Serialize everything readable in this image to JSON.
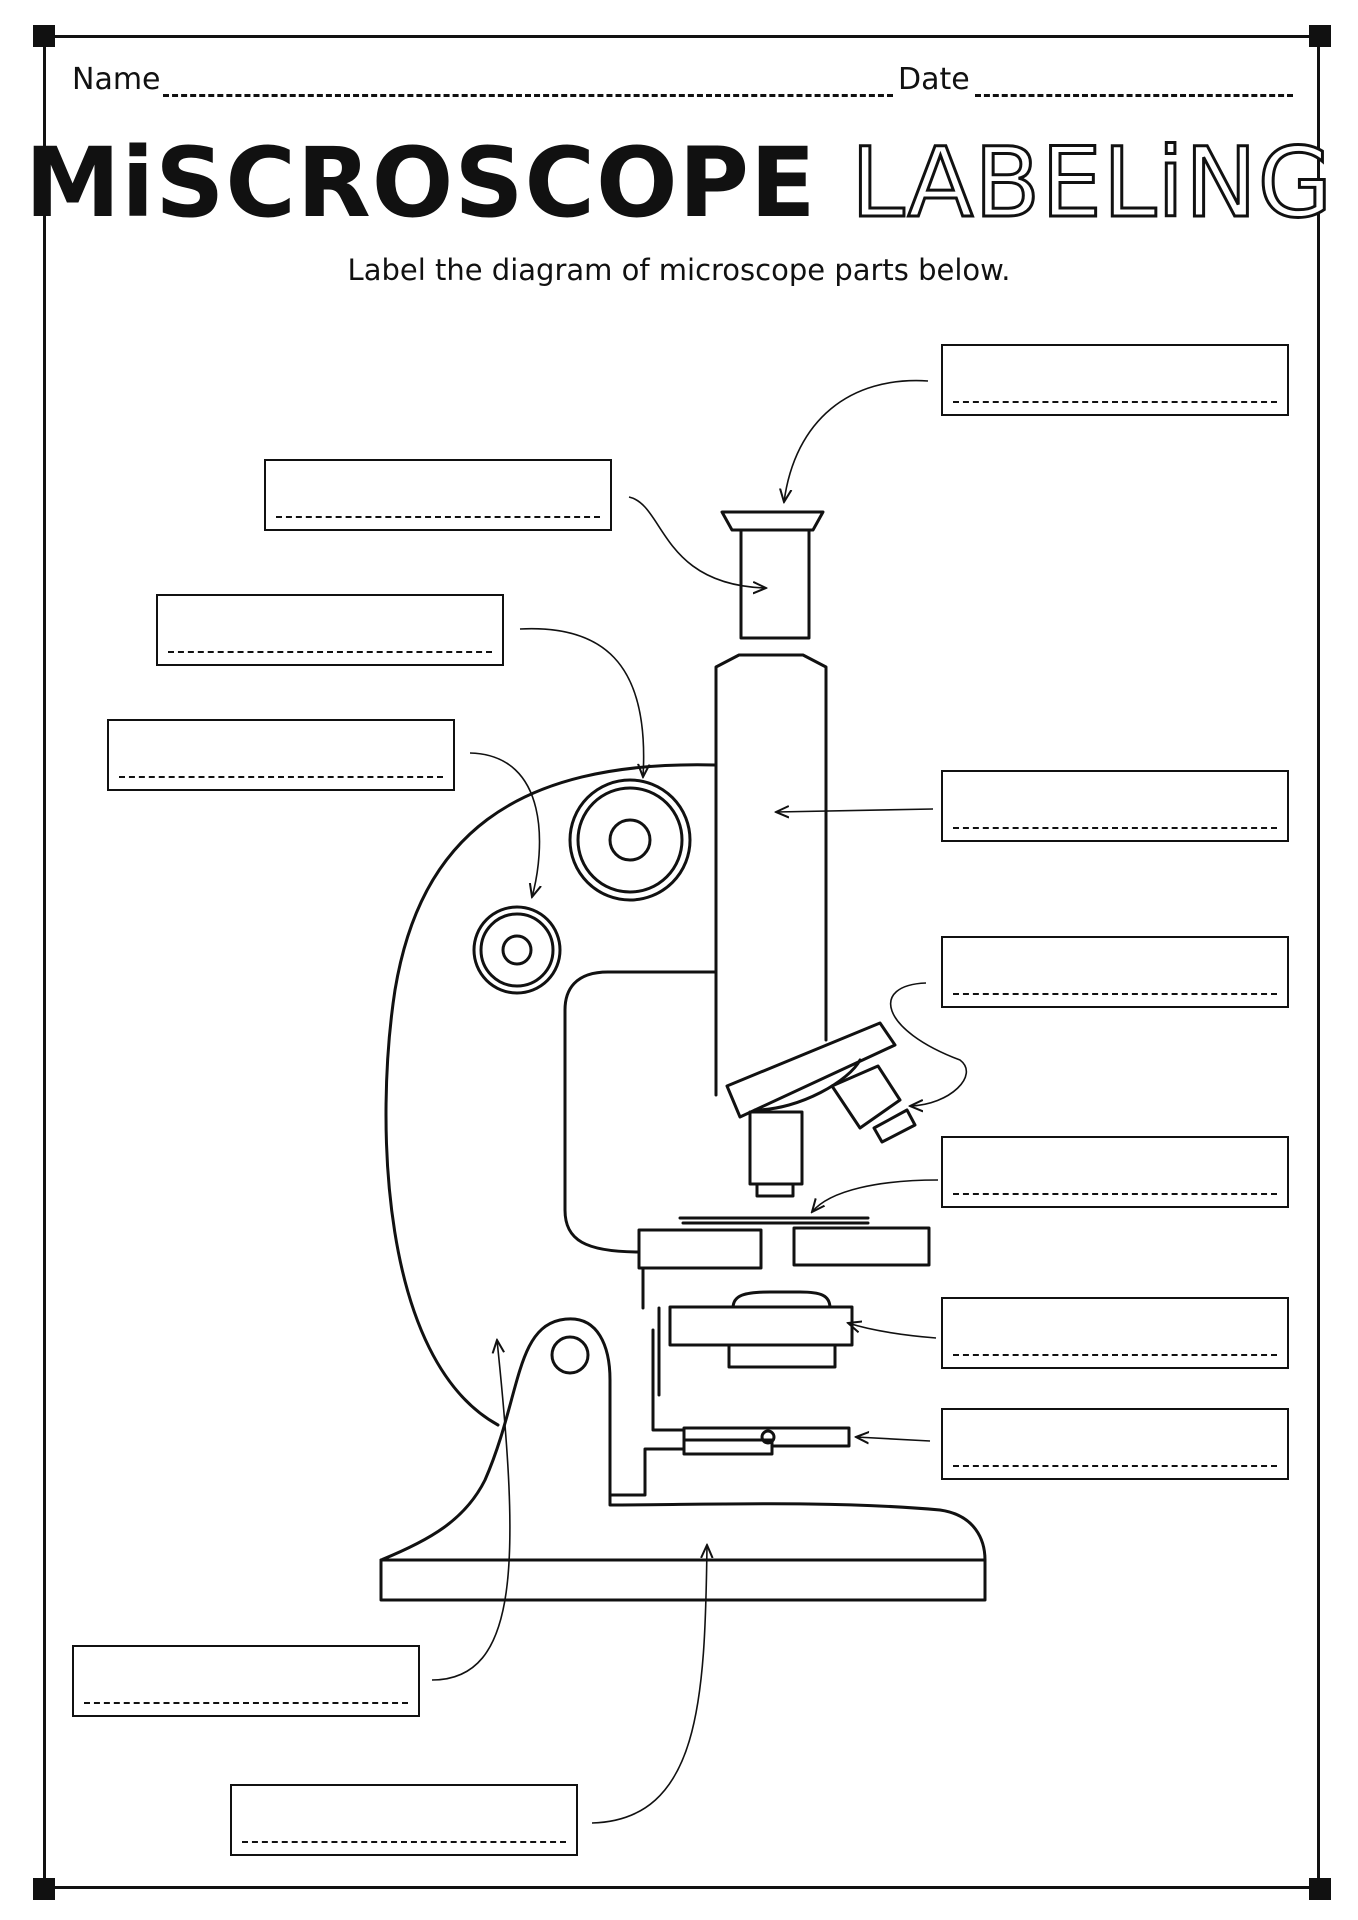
{
  "header": {
    "name_label": "Name",
    "date_label": "Date"
  },
  "title": {
    "part1": "MiSCROSCOPE",
    "part2": "LABELiNG"
  },
  "subtitle": "Label the diagram of microscope parts below.",
  "label_boxes": [
    {
      "id": "eyepiece",
      "value": ""
    },
    {
      "id": "ocular-tube",
      "value": ""
    },
    {
      "id": "coarse-focus",
      "value": ""
    },
    {
      "id": "fine-focus",
      "value": ""
    },
    {
      "id": "body-tube",
      "value": ""
    },
    {
      "id": "objective-lens",
      "value": ""
    },
    {
      "id": "stage",
      "value": ""
    },
    {
      "id": "condenser",
      "value": ""
    },
    {
      "id": "diaphragm",
      "value": ""
    },
    {
      "id": "arm",
      "value": ""
    },
    {
      "id": "base",
      "value": ""
    }
  ]
}
